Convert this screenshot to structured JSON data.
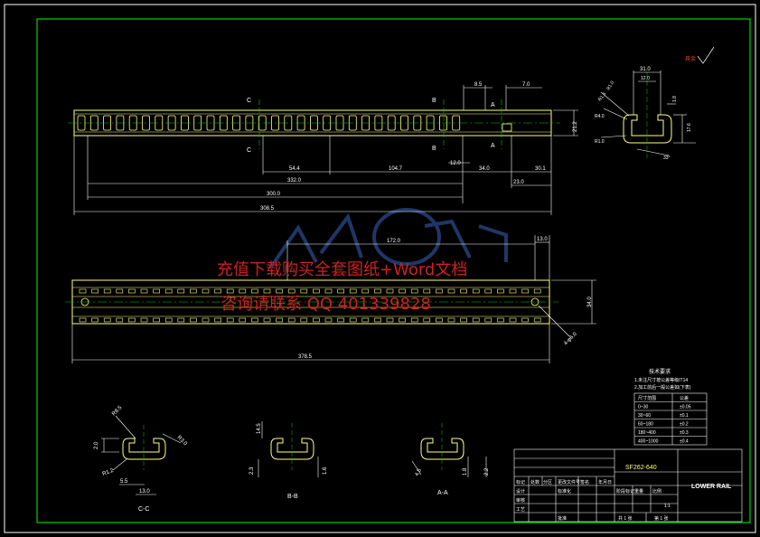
{
  "colors": {
    "background": "#000000",
    "border": "#00ff00",
    "part": "#ffff80",
    "dimension": "#ffffff",
    "center_line": "#00cc00",
    "watermark_text": "#cc2222",
    "watermark_logo": "#2a4a8a"
  },
  "top_view": {
    "section_marks": [
      "C",
      "C",
      "B",
      "B",
      "A",
      "A"
    ],
    "dims": {
      "d8_5": "8.5",
      "d7_0": "7.0",
      "d21_2": "21.2",
      "d12_0": "12.0",
      "d54_4": "54.4",
      "d104_7": "104.7",
      "d34_0": "34.0",
      "d30_1": "30.1",
      "d332_0": "332.0",
      "d23_0": "23.0",
      "d300_0": "300.0",
      "d308_5": "308.5"
    }
  },
  "side_view": {
    "dims": {
      "d172_0": "172.0",
      "d13_0": "13.0",
      "d34_0": "34.0",
      "d378_5": "378.5",
      "dphi": "4-φ6.0"
    }
  },
  "section_main": {
    "dims": {
      "w31": "31.0",
      "w12": "12.0",
      "r1": "R1.0",
      "r15": "R1.5",
      "r40": "R4.0",
      "r10": "R1.0",
      "h18": "1.8",
      "h176": "17.6",
      "angle": "33°"
    },
    "roughness": "其余"
  },
  "section_cc": {
    "label": "C-C",
    "dims": {
      "r85": "R8.5",
      "d20": "2.0",
      "r30": "R3.0",
      "r12": "R1.2",
      "d55": "5.5",
      "d130": "13.0"
    }
  },
  "section_bb": {
    "label": "B-B",
    "dims": {
      "d145": "14.5",
      "d23": "2.3",
      "d16": "1.6"
    }
  },
  "section_aa": {
    "label": "A-A",
    "dims": {
      "d45": "4.5",
      "d18": "1.8",
      "d22": "2.2"
    }
  },
  "notes": {
    "title": "技术要求",
    "line1": "1.未注尺寸按公差等级IT14",
    "line2": "2.加工前后一般公差如(下表)",
    "table_header": [
      "尺寸范围",
      "公差"
    ],
    "table_rows": [
      [
        "0~30",
        "±0.05"
      ],
      [
        "30~60",
        "±0.1"
      ],
      [
        "60~180",
        "±0.2"
      ],
      [
        "180~400",
        "±0.3"
      ],
      [
        "400~1000",
        "±0.4"
      ]
    ]
  },
  "title_block": {
    "drawing_no": "SF262-640",
    "part_name": "LOWER RAIL",
    "labels": {
      "c1": "标记",
      "c2": "处数",
      "c3": "分区",
      "c4": "更改文件号",
      "c5": "签名",
      "c6": "年月日",
      "c7": "设计",
      "c8": "标准化",
      "c9": "审核",
      "c10": "工艺",
      "c11": "批准",
      "stage": "阶段标记",
      "weight": "重量",
      "scale": "比例",
      "scale_val": "1:1",
      "sheets": "共 1 张",
      "sheet": "第 1 张"
    }
  },
  "watermark": {
    "line1": "充值下载购买全套图纸+Word文档",
    "line2": "咨询请联系 QQ 401339828"
  }
}
